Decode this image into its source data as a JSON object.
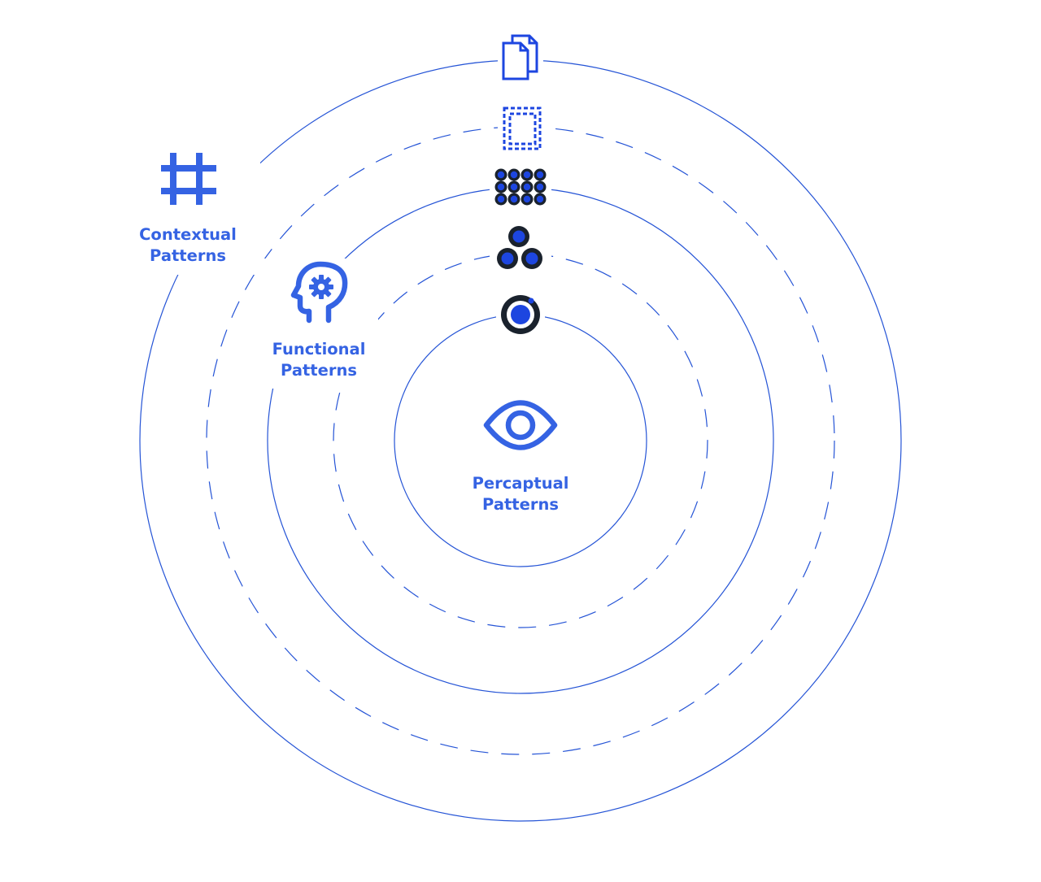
{
  "colors": {
    "accent": "#3563e3",
    "ring": "#2554d6",
    "dark": "#1a222d",
    "blue_fill": "#1d46e0",
    "background": "#ffffff"
  },
  "labels": {
    "contextual": {
      "line1": "Contextual",
      "line2": "Patterns"
    },
    "functional": {
      "line1": "Functional",
      "line2": "Patterns"
    },
    "perceptual": {
      "line1": "Percaptual",
      "line2": "Patterns"
    }
  },
  "icons": {
    "contextual": "hashtag-icon",
    "functional": "head-gear-icon",
    "perceptual": "eye-icon",
    "axis": [
      "documents-icon",
      "dashed-document-icon",
      "dot-grid-icon",
      "dot-cluster-icon",
      "single-dot-icon"
    ]
  }
}
